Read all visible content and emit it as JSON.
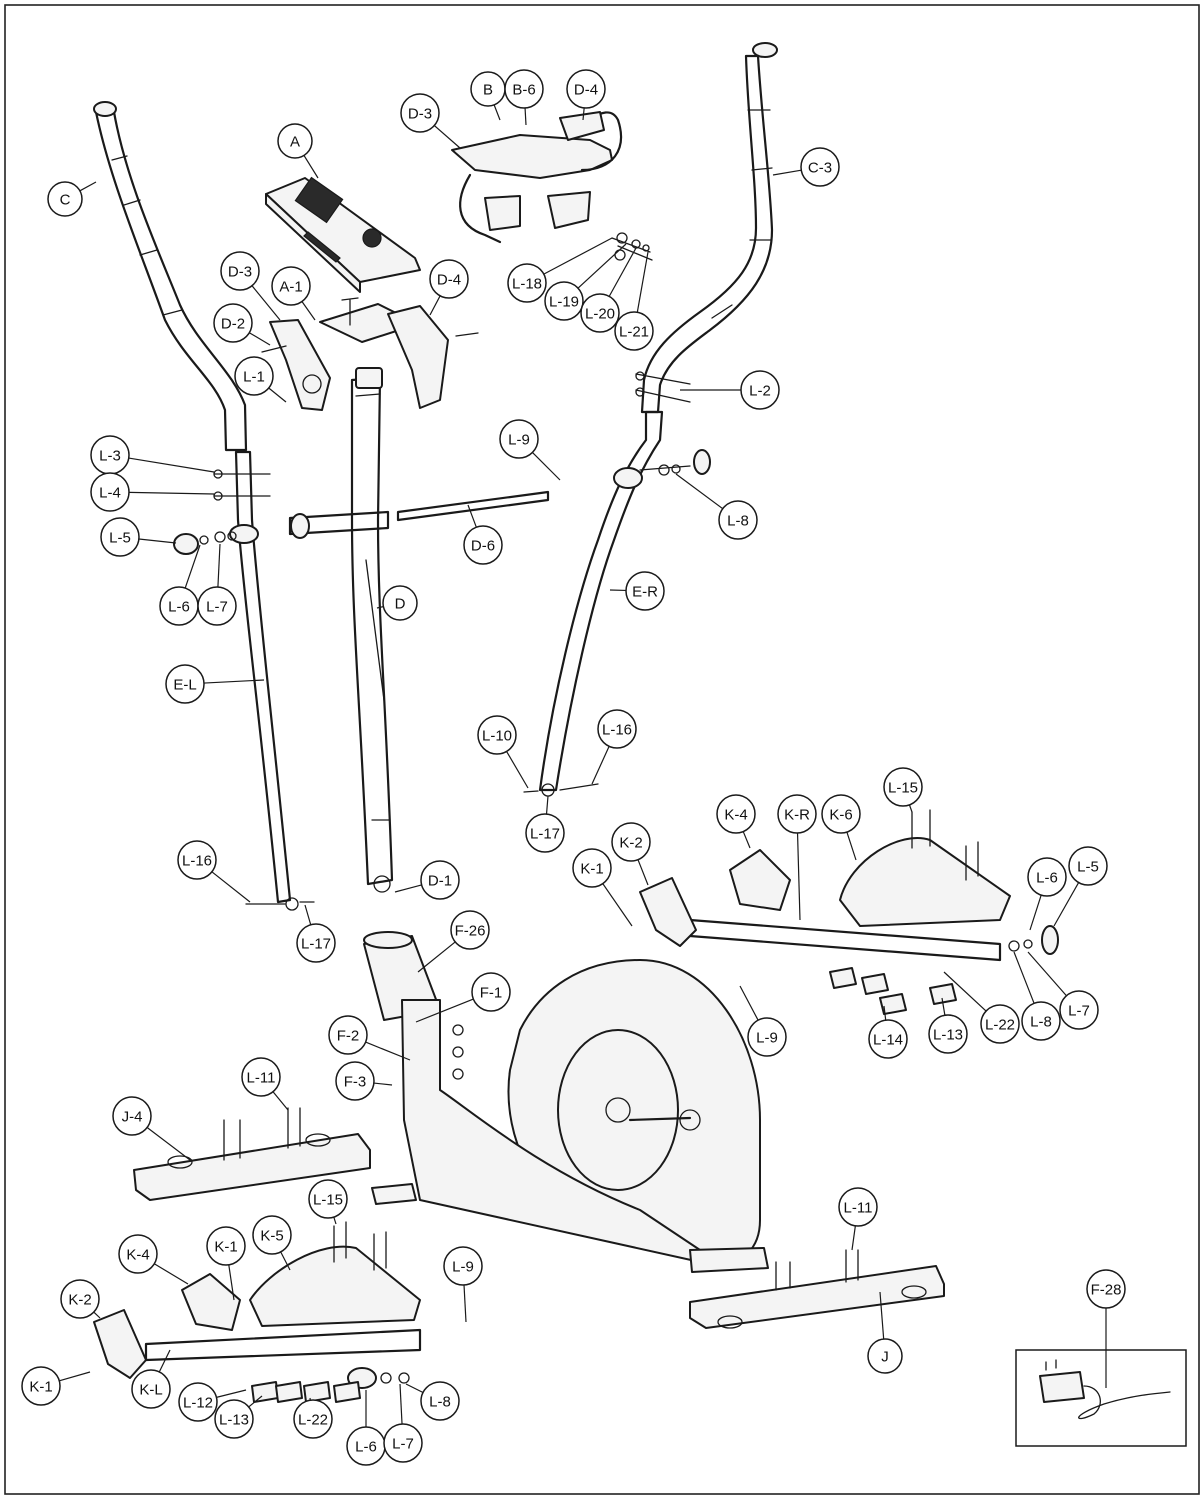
{
  "callouts": [
    {
      "id": "A",
      "label": "A"
    },
    {
      "id": "A-1",
      "label": "A-1"
    },
    {
      "id": "B",
      "label": "B"
    },
    {
      "id": "B-6",
      "label": "B-6"
    },
    {
      "id": "C",
      "label": "C"
    },
    {
      "id": "C-3",
      "label": "C-3"
    },
    {
      "id": "D",
      "label": "D"
    },
    {
      "id": "D-1",
      "label": "D-1"
    },
    {
      "id": "D-2",
      "label": "D-2"
    },
    {
      "id": "D-3a",
      "label": "D-3"
    },
    {
      "id": "D-3b",
      "label": "D-3"
    },
    {
      "id": "D-4a",
      "label": "D-4"
    },
    {
      "id": "D-4b",
      "label": "D-4"
    },
    {
      "id": "D-6",
      "label": "D-6"
    },
    {
      "id": "E-L",
      "label": "E-L"
    },
    {
      "id": "E-R",
      "label": "E-R"
    },
    {
      "id": "F-1",
      "label": "F-1"
    },
    {
      "id": "F-2",
      "label": "F-2"
    },
    {
      "id": "F-3",
      "label": "F-3"
    },
    {
      "id": "F-26",
      "label": "F-26"
    },
    {
      "id": "F-28",
      "label": "F-28"
    },
    {
      "id": "J",
      "label": "J"
    },
    {
      "id": "J-4",
      "label": "J-4"
    },
    {
      "id": "K-1a",
      "label": "K-1"
    },
    {
      "id": "K-1b",
      "label": "K-1"
    },
    {
      "id": "K-1c",
      "label": "K-1"
    },
    {
      "id": "K-2a",
      "label": "K-2"
    },
    {
      "id": "K-2b",
      "label": "K-2"
    },
    {
      "id": "K-4a",
      "label": "K-4"
    },
    {
      "id": "K-4b",
      "label": "K-4"
    },
    {
      "id": "K-5",
      "label": "K-5"
    },
    {
      "id": "K-6",
      "label": "K-6"
    },
    {
      "id": "K-L",
      "label": "K-L"
    },
    {
      "id": "K-R",
      "label": "K-R"
    },
    {
      "id": "L-1",
      "label": "L-1"
    },
    {
      "id": "L-2",
      "label": "L-2"
    },
    {
      "id": "L-3",
      "label": "L-3"
    },
    {
      "id": "L-4",
      "label": "L-4"
    },
    {
      "id": "L-5a",
      "label": "L-5"
    },
    {
      "id": "L-5b",
      "label": "L-5"
    },
    {
      "id": "L-6a",
      "label": "L-6"
    },
    {
      "id": "L-6b",
      "label": "L-6"
    },
    {
      "id": "L-6c",
      "label": "L-6"
    },
    {
      "id": "L-7a",
      "label": "L-7"
    },
    {
      "id": "L-7b",
      "label": "L-7"
    },
    {
      "id": "L-7c",
      "label": "L-7"
    },
    {
      "id": "L-8a",
      "label": "L-8"
    },
    {
      "id": "L-8b",
      "label": "L-8"
    },
    {
      "id": "L-8c",
      "label": "L-8"
    },
    {
      "id": "L-9a",
      "label": "L-9"
    },
    {
      "id": "L-9b",
      "label": "L-9"
    },
    {
      "id": "L-9c",
      "label": "L-9"
    },
    {
      "id": "L-10",
      "label": "L-10"
    },
    {
      "id": "L-11a",
      "label": "L-11"
    },
    {
      "id": "L-11b",
      "label": "L-11"
    },
    {
      "id": "L-12",
      "label": "L-12"
    },
    {
      "id": "L-13a",
      "label": "L-13"
    },
    {
      "id": "L-13b",
      "label": "L-13"
    },
    {
      "id": "L-14",
      "label": "L-14"
    },
    {
      "id": "L-15a",
      "label": "L-15"
    },
    {
      "id": "L-15b",
      "label": "L-15"
    },
    {
      "id": "L-16a",
      "label": "L-16"
    },
    {
      "id": "L-16b",
      "label": "L-16"
    },
    {
      "id": "L-17a",
      "label": "L-17"
    },
    {
      "id": "L-17b",
      "label": "L-17"
    },
    {
      "id": "L-18",
      "label": "L-18"
    },
    {
      "id": "L-19",
      "label": "L-19"
    },
    {
      "id": "L-20",
      "label": "L-20"
    },
    {
      "id": "L-21",
      "label": "L-21"
    },
    {
      "id": "L-22a",
      "label": "L-22"
    },
    {
      "id": "L-22b",
      "label": "L-22"
    }
  ]
}
